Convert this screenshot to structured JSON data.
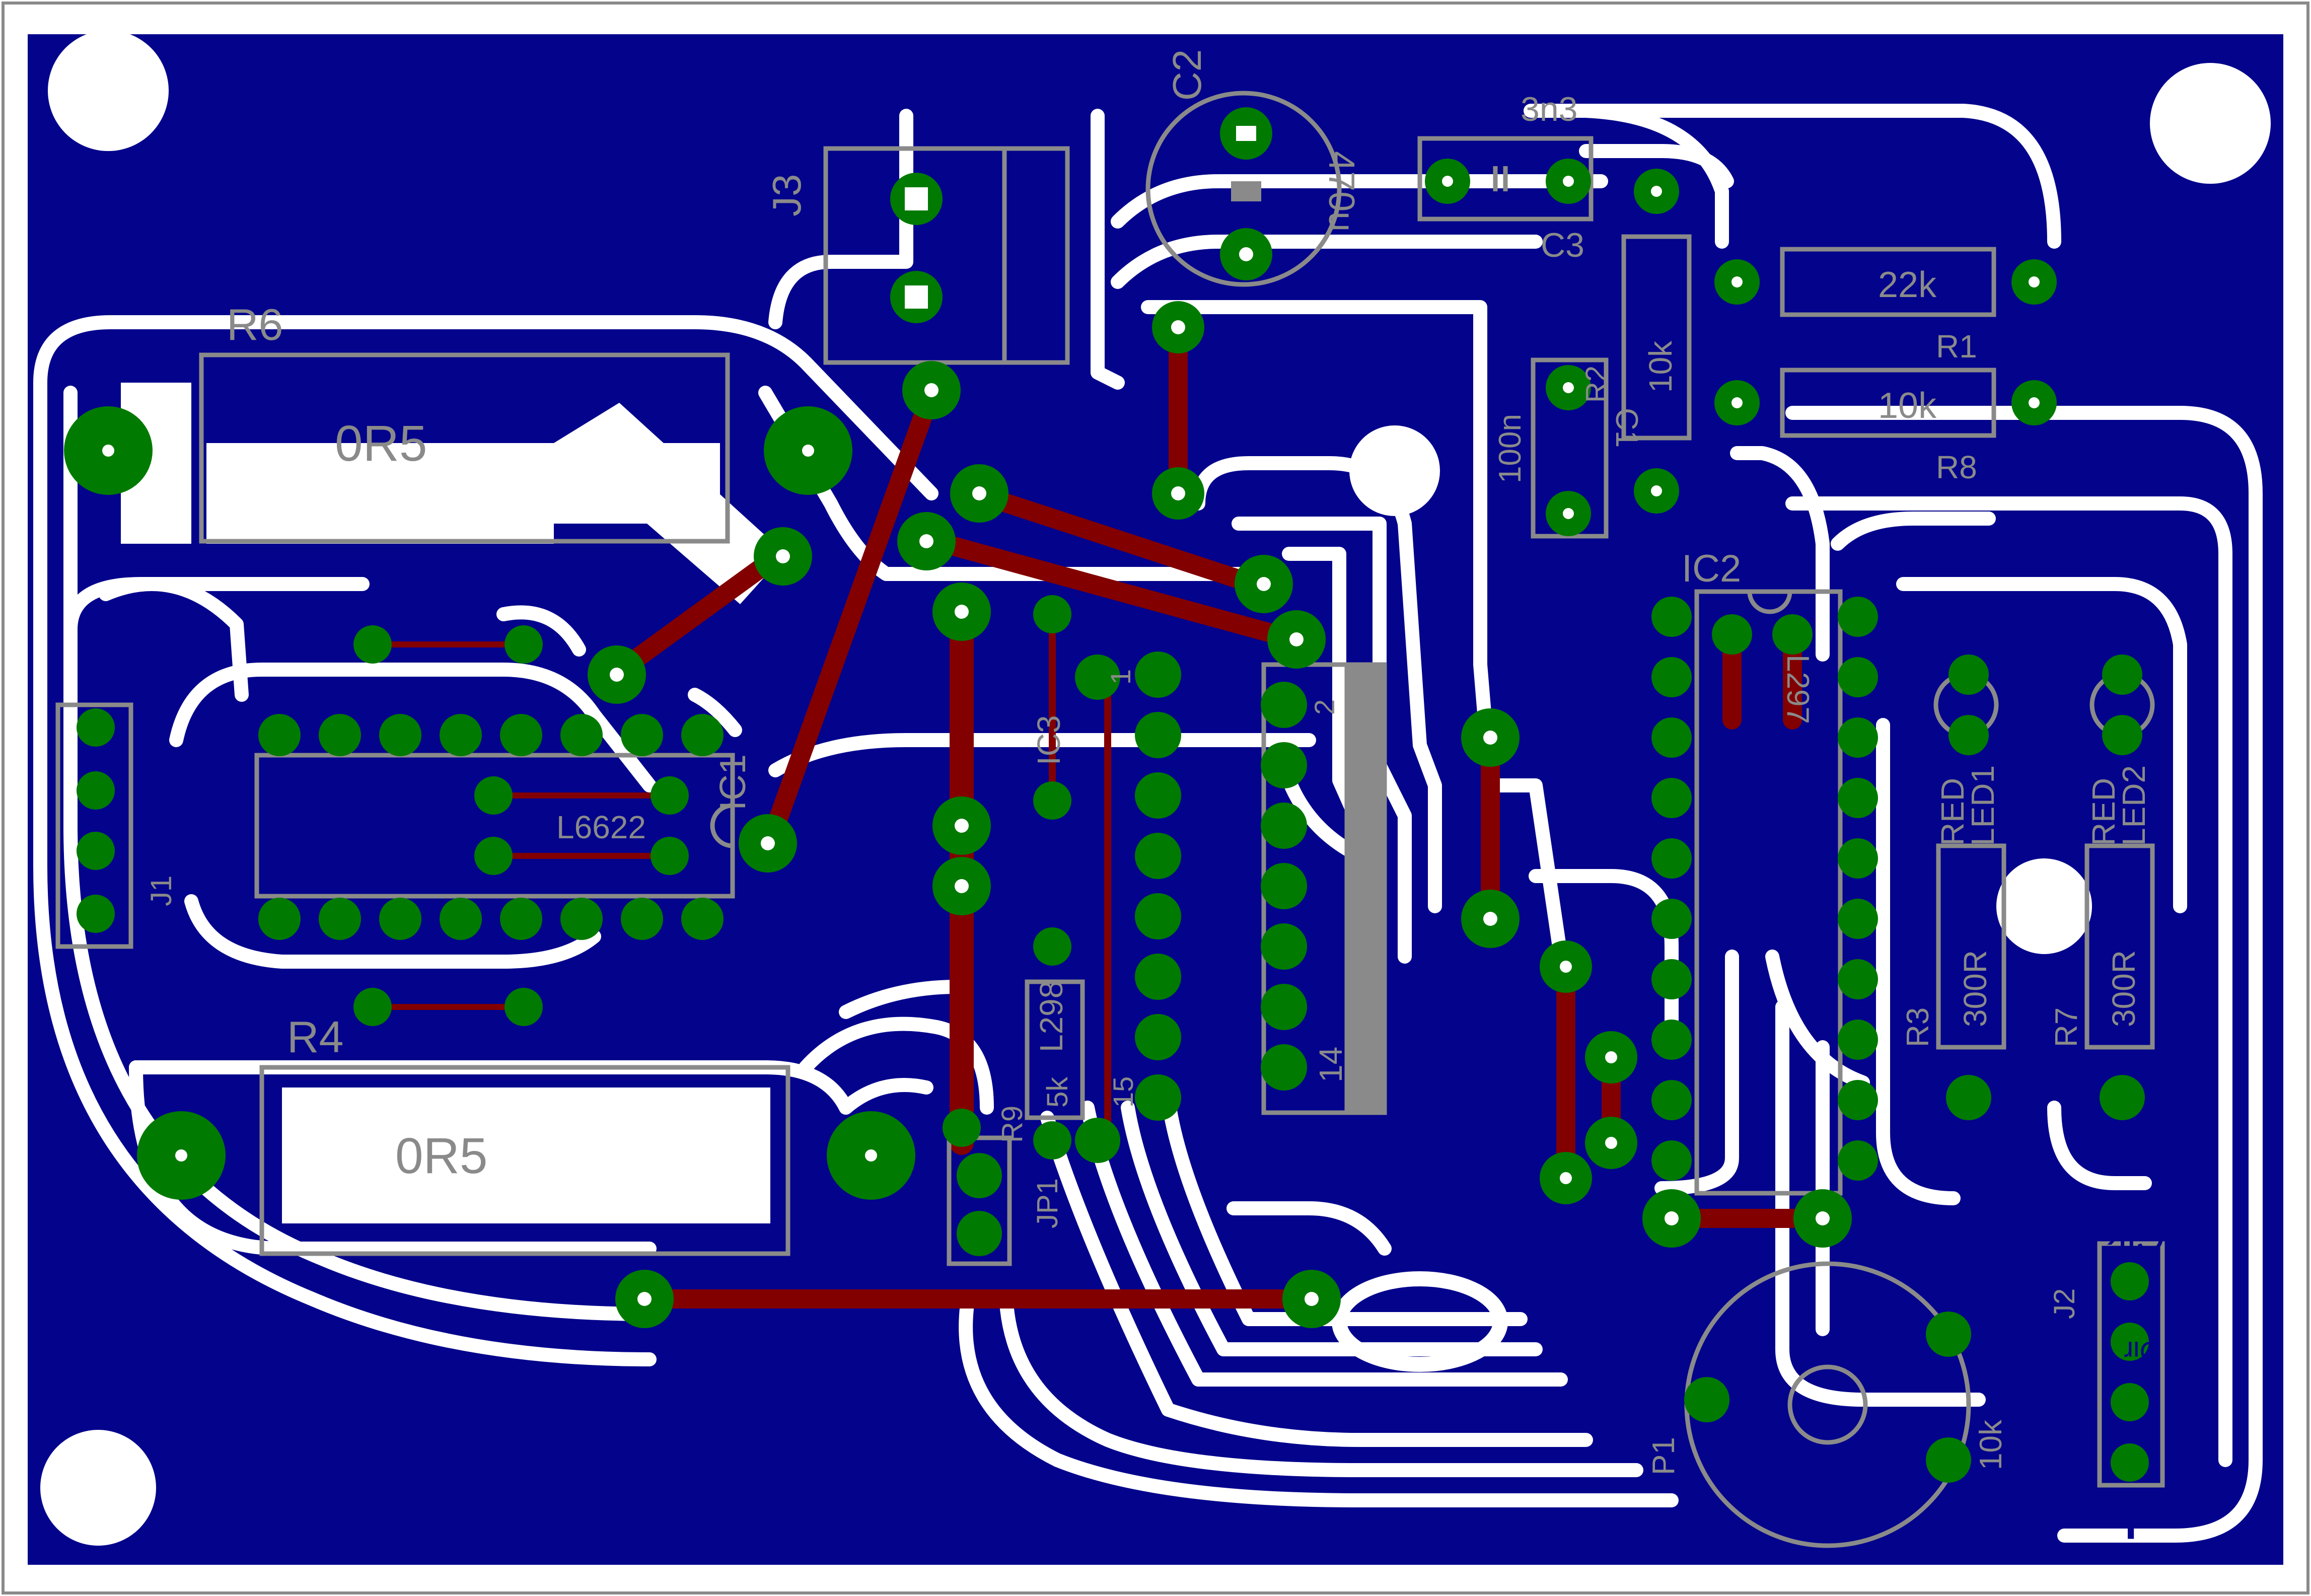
{
  "colors": {
    "board": "#ffffff",
    "copper_bottom": "#03038c",
    "copper_top": "#820000",
    "pad": "#007a00",
    "drill": "#ffffff",
    "silkscreen": "#8a8a8a",
    "outline": "#8a8a8a"
  },
  "labels": {
    "r6": "R6",
    "r6_value": "0R5",
    "r4": "R4",
    "r4_value": "0R5",
    "j3": "J3",
    "j1": "J1",
    "j2": "J2",
    "c2": "C2",
    "c2_value": "470u",
    "c3_value": "3n3",
    "c3": "C3",
    "c1_value": "100n",
    "c1": "C1",
    "r1": "R1",
    "r1_value": "22k",
    "r8": "R8",
    "r8_value": "10k",
    "r2_value": "10k",
    "r2": "R2",
    "ic1": "IC1",
    "ic1_value": "L6622",
    "ic2": "IC2",
    "ic2_value": "L297",
    "ic3": "IC3",
    "ic3_value": "L298",
    "ic3_pin1": "1",
    "ic3_pin2": "2",
    "ic3_pin14": "14",
    "ic3_pin15": "15",
    "r9": "R9",
    "r9_value": "5k",
    "jp1": "JP1",
    "led1": "LED1",
    "led1_color": "RED",
    "led2": "LED2",
    "led2_color": "RED",
    "r3": "R3",
    "r3_value": "300R",
    "r7": "R7",
    "r7_value": "300R",
    "p1": "P1",
    "p1_value": "10k",
    "clk": "Clk",
    "dir": "Dir",
    "plus": "+"
  }
}
